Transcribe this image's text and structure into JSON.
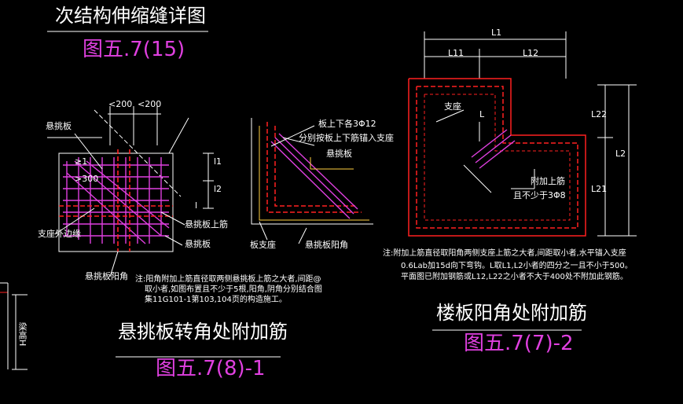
{
  "colors": {
    "background": "#000000",
    "cad_white": "#ffffff",
    "cad_red": "#ff2020",
    "cad_magenta": "#e040e0",
    "cad_yellow": "#ffd040",
    "cad_green": "#30d030"
  },
  "top_left": {
    "title": "次结构伸缩缝详图",
    "figure": "图五.7(15)"
  },
  "left_detail": {
    "dims": {
      "d1": "<200",
      "d2": "<200",
      "d3": ">300",
      "d4": "≥1",
      "l1": "l1",
      "l2": "l2",
      "l3": "l"
    },
    "labels": {
      "cantilever_plate": "悬挑板",
      "support_edge": "支座外边缘",
      "top_bar": "悬挑板上筋",
      "cantilever_plate2": "悬挑板",
      "corner": "悬挑板阳角"
    },
    "note": [
      "注:阳角附加上筋直径取两侧悬挑板上筋之大者,间距@",
      "取小者,如图布置且不少于5根,阳角,阴角分别结合图",
      "集11G101-1第103,104页的构造施工。"
    ],
    "caption": "悬挑板转角处附加筋",
    "figure": "图五.7(8)-1"
  },
  "middle_detail": {
    "labels": {
      "plate_top": "板上下各3Φ12",
      "anchor": "分别按板上下筋锚入支座",
      "cantilever": "悬挑板",
      "support": "板支座",
      "corner": "悬挑板阳角"
    }
  },
  "right_detail": {
    "dims": {
      "L1": "L1",
      "L11": "L11",
      "L12": "L12",
      "L22": "L22",
      "L21": "L21",
      "L2": "L2",
      "L": "L"
    },
    "labels": {
      "support": "支座",
      "extra_bar": "附加上筋",
      "extra_bar_min": "且不少于3Φ8"
    },
    "note": [
      "注:附加上筋直径取阳角两侧支座上筋之大者,间距取小者,水平锚入支座",
      "0.6Lab加15d向下弯钩。L取L1,L2小者的四分之一且不小于500。",
      "平面图已附加钢筋或L12,L22之小者不大于400处不附加此钢筋。"
    ],
    "caption": "楼板阳角处附加筋",
    "figure": "图五.7(7)-2"
  },
  "left_edge": {
    "beam_label": "梁高H"
  }
}
